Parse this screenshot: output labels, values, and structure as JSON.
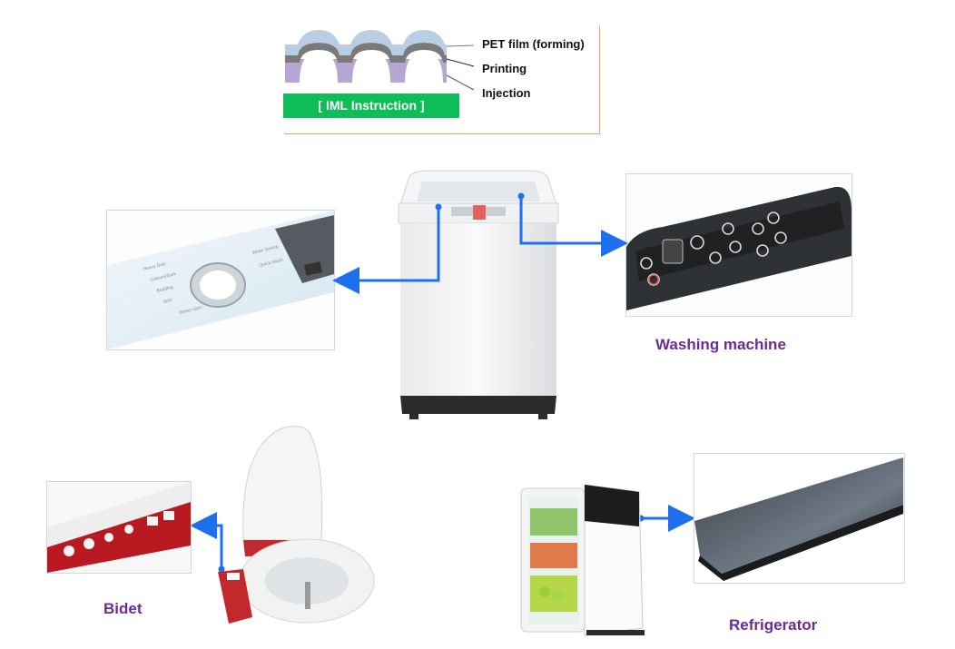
{
  "iml": {
    "layers": [
      "PET film (forming)",
      "Printing",
      "Injection"
    ],
    "banner": "[ IML Instruction ]"
  },
  "products": {
    "washing_machine": "Washing machine",
    "bidet": "Bidet",
    "refrigerator": "Refrigerator"
  },
  "colors": {
    "banner_green": "#0dbd55",
    "caption_purple": "#6a2c91",
    "arrow_blue": "#1e6ff0",
    "pet_film": "#b9cde4",
    "printing": "#7a7a7a",
    "injection": "#b7a6cf"
  }
}
